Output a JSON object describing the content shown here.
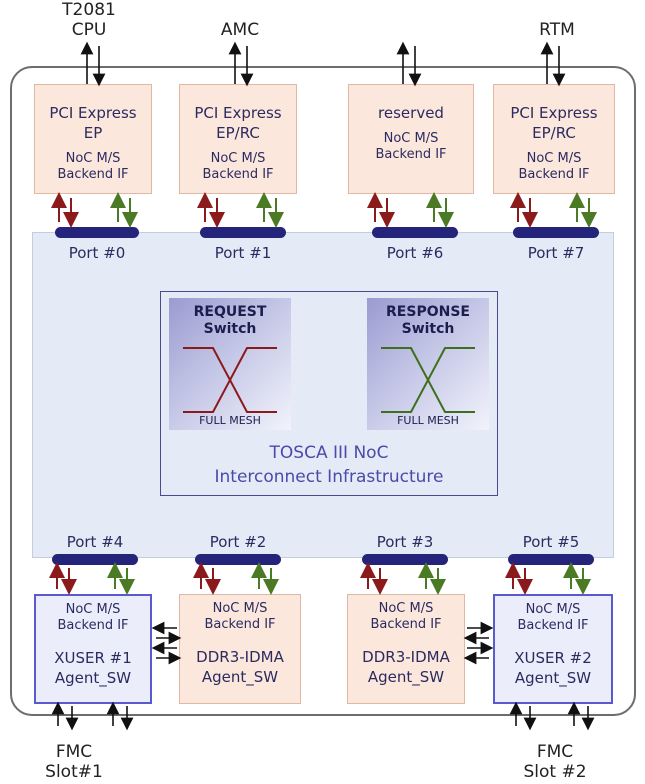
{
  "external": {
    "cpu": "T2081\nCPU",
    "amc": "AMC",
    "rtm": "RTM",
    "fmc1": "FMC\nSlot#1",
    "fmc2": "FMC\nSlot #2"
  },
  "top_blocks": [
    {
      "line1": "PCI Express",
      "line2": "EP",
      "noc": "NoC M/S\nBackend IF"
    },
    {
      "line1": "PCI Express",
      "line2": "EP/RC",
      "noc": "NoC M/S\nBackend IF"
    },
    {
      "line1": "reserved",
      "line2": "",
      "noc": "NoC M/S\nBackend IF"
    },
    {
      "line1": "PCI Express",
      "line2": "EP/RC",
      "noc": "NoC M/S\nBackend IF"
    }
  ],
  "bottom_blocks": [
    {
      "noc": "NoC M/S\nBackend IF",
      "name": "XUSER #1",
      "agent": "Agent_SW"
    },
    {
      "noc": "NoC M/S\nBackend IF",
      "name": "DDR3-IDMA",
      "agent": "Agent_SW"
    },
    {
      "noc": "NoC M/S\nBackend IF",
      "name": "DDR3-IDMA",
      "agent": "Agent_SW"
    },
    {
      "noc": "NoC M/S\nBackend IF",
      "name": "XUSER #2",
      "agent": "Agent_SW"
    }
  ],
  "ports_top": [
    "Port #0",
    "Port #1",
    "Port #6",
    "Port #7"
  ],
  "ports_bottom": [
    "Port #4",
    "Port #2",
    "Port #3",
    "Port #5"
  ],
  "switches": {
    "request": {
      "title": "REQUEST\nSwitch",
      "sub": "FULL MESH",
      "color": "#8b1a1a"
    },
    "response": {
      "title": "RESPONSE\nSwitch",
      "sub": "FULL MESH",
      "color": "#3f6e1f"
    }
  },
  "noc_title": "TOSCA III NoC\nInterconnect Infrastructure",
  "colors": {
    "red_arrow": "#8b1a1a",
    "green_arrow": "#4b7a25",
    "port_bar": "#24247a"
  }
}
